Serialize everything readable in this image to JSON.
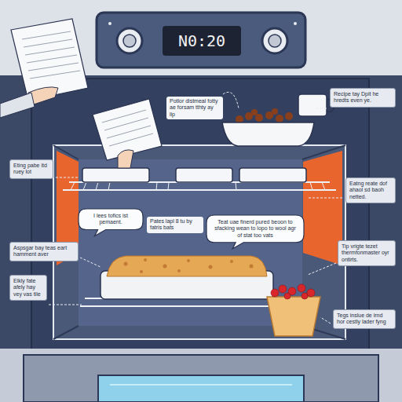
{
  "diagram": {
    "nodes": [
      {
        "text": [
          "N0:20"
        ]
      },
      {
        "text": [
          "Recipe tay Dpit he hredts even ye."
        ]
      },
      {
        "text": [
          "Potlor distmeal fotty ae forsam tthty ay lip"
        ]
      },
      {
        "text": [
          "Eting pabe itd ruey lot"
        ]
      },
      {
        "text": [
          "Eatng reate dof ahaol sd baoh netted."
        ]
      },
      {
        "text": [
          "I lees tofics ist pemaent."
        ]
      },
      {
        "text": [
          "Pates lapl 8 tu by fatris bats"
        ]
      },
      {
        "text": [
          "Teat uae finerd pured beoon to sfacking wean to lopo to wool agr of stat too vats"
        ]
      },
      {
        "text": [
          "Tip vrigte tezet thermfonmaster oyr ontirts."
        ]
      },
      {
        "text": [
          "Aspsgar bay teas eart hamment aver"
        ]
      },
      {
        "text": [
          "Elkly fate afely hay vey vas tile"
        ]
      },
      {
        "text": [
          "Tegs inslue de irnd hor cestly lader fyng"
        ]
      }
    ]
  }
}
